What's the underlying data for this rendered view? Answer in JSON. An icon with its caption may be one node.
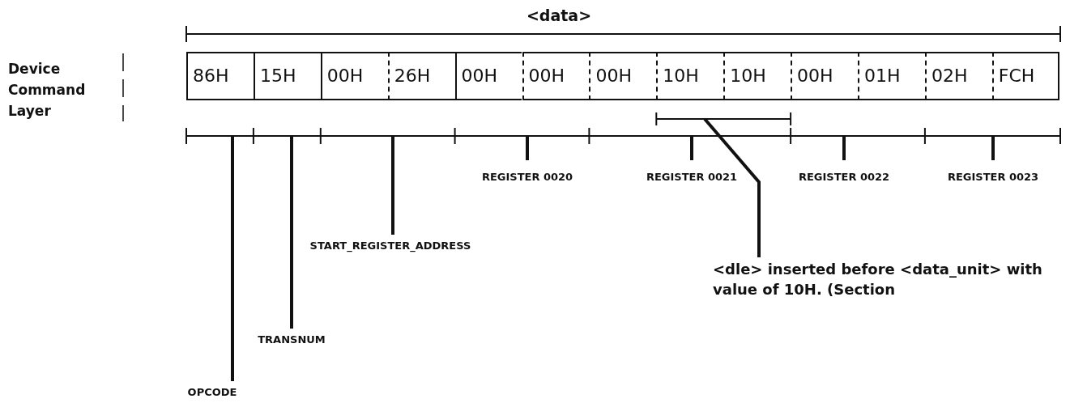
{
  "diagram": {
    "nodes": [
      {
        "text": [
          "86H"
        ]
      },
      {
        "text": [
          "15H"
        ]
      },
      {
        "text": [
          "00H"
        ]
      },
      {
        "text": [
          "26H"
        ]
      },
      {
        "text": [
          "00H"
        ]
      },
      {
        "text": [
          "00H"
        ]
      },
      {
        "text": [
          "00H"
        ]
      },
      {
        "text": [
          "10H"
        ]
      },
      {
        "text": [
          "10H"
        ]
      },
      {
        "text": [
          "00H"
        ]
      },
      {
        "text": [
          "01H"
        ]
      },
      {
        "text": [
          "02H"
        ]
      },
      {
        "text": [
          "FCH"
        ]
      },
      {
        "text": [
          "REGISTER 0020"
        ]
      },
      {
        "text": [
          "REGISTER 0021"
        ]
      },
      {
        "text": [
          "REGISTER 0022"
        ]
      },
      {
        "text": [
          "REGISTER 0023"
        ]
      },
      {
        "text": [
          "START_REGISTER_ADDRESS"
        ]
      },
      {
        "text": [
          "<dle> inserted before <data_unit> with value of 10H. (Section"
        ]
      },
      {
        "text": [
          "TRANSNUM"
        ]
      },
      {
        "text": [
          "OPCODE"
        ]
      }
    ],
    "edges": [
      {
        "from": 13,
        "to": null,
        "arrow": "none"
      },
      {
        "from": 14,
        "to": null,
        "arrow": "none"
      },
      {
        "from": 15,
        "to": null,
        "arrow": "none"
      },
      {
        "from": 16,
        "to": null,
        "arrow": "none"
      },
      {
        "from": 17,
        "to": null,
        "arrow": "none"
      },
      {
        "from": 18,
        "to": null,
        "arrow": "none"
      },
      {
        "from": 19,
        "to": null,
        "arrow": "none"
      },
      {
        "from": 20,
        "to": null,
        "arrow": "none"
      }
    ],
    "labels": [
      "<data>",
      "Device Command Layer"
    ]
  }
}
